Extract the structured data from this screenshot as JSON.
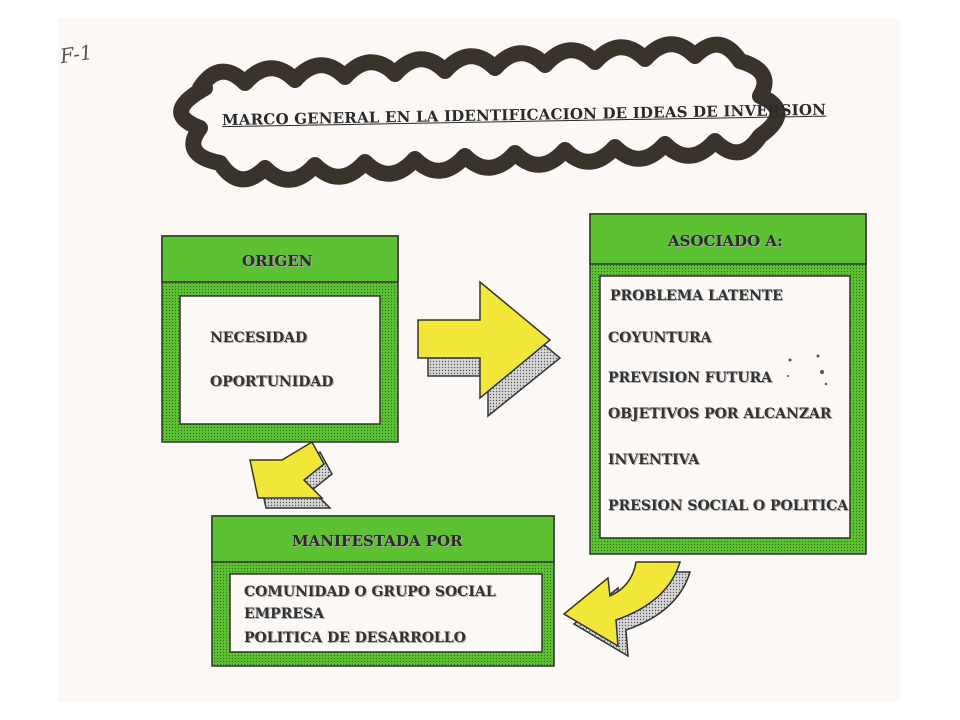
{
  "page_mark": "F-1",
  "title": "MARCO GENERAL  EN LA IDENTIFICACION  DE IDEAS DE INVERSION",
  "origen": {
    "header": "ORIGEN",
    "items": [
      "NECESIDAD",
      "OPORTUNIDAD"
    ]
  },
  "asociado": {
    "header": "ASOCIADO A:",
    "items": [
      "PROBLEMA LATENTE",
      "COYUNTURA",
      "PREVISION FUTURA",
      "OBJETIVOS POR ALCANZAR",
      "INVENTIVA",
      "PRESION SOCIAL O POLITICA"
    ]
  },
  "manifestada": {
    "header": "MANIFESTADA POR",
    "items": [
      "COMUNIDAD O GRUPO SOCIAL",
      "EMPRESA",
      "POLITICA DE DESARROLLO"
    ]
  },
  "colors": {
    "green": "#5cc232",
    "yellow": "#f2e638",
    "cloud": "#3a332c",
    "paper": "#fbf8f6"
  }
}
